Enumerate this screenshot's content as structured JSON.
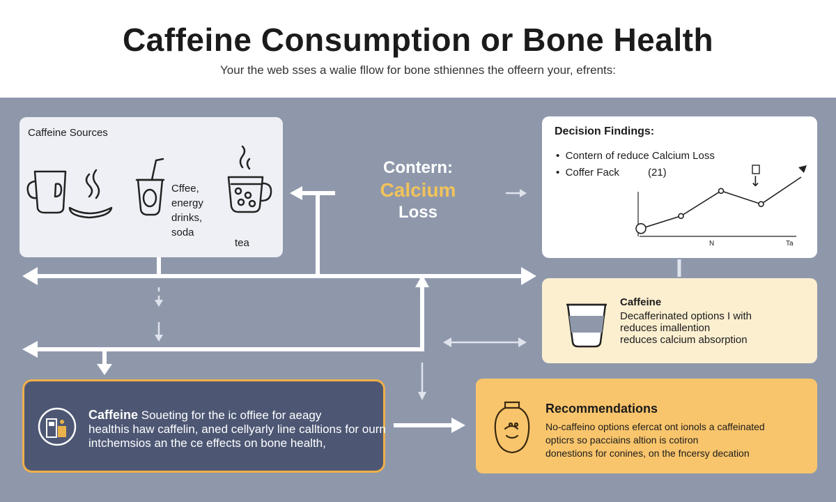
{
  "header": {
    "title": "Caffeine Consumption or Bone Health",
    "subtitle": "Your the web sses a walie fllow for bone sthiennes the offeern your, efrents:"
  },
  "sources": {
    "title": "Caffeine Sources",
    "items": [
      "Cffee,",
      "energy",
      "drinks,",
      "soda"
    ],
    "tea_label": "tea"
  },
  "concern": {
    "line1": "Contern:",
    "line2": "Calcium",
    "line3": "Loss"
  },
  "findings": {
    "title": "Decision Findings:",
    "bullets": [
      "Contern of reduce Calcium Loss",
      "Coffer Fack"
    ],
    "value": "(21)",
    "axis_labels": [
      "N",
      "Ta"
    ],
    "marker_glyph": "↓",
    "trend_points": [
      0.08,
      0.28,
      0.68,
      0.47,
      0.9
    ]
  },
  "caffeine_card": {
    "title": "Caffeine",
    "lines": [
      "Decafferinated options I with",
      "reduces imallention",
      "reduces calcium absorption"
    ]
  },
  "bottom_card": {
    "lead": "Caffeine",
    "line1_rest": " Soueting for the ic offiee for aeagy",
    "line2": "healthis haw caffelin, aned cellyarly line calltions for ourn",
    "line3": "intchemsios an the ce effects on bone health,"
  },
  "recommendations": {
    "title": "Recommendations",
    "lines": [
      "No-caffeino options efercat ont ionols a caffeinated",
      "opticrs so pacciains altion is cotiron",
      "donestions for conines, on the fncersy decation"
    ]
  },
  "colors": {
    "canvas": "#8f98ab",
    "accent": "#f2c35a",
    "bottom_card": "#4d5774",
    "recommendations": "#f9c56c",
    "caffeine_card": "#fcefd0"
  }
}
